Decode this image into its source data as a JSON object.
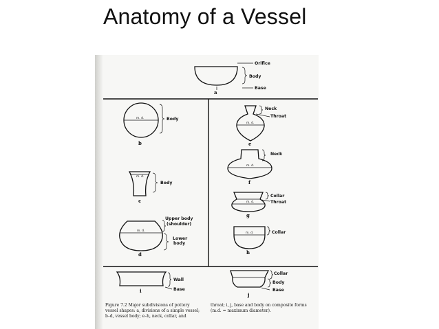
{
  "slide": {
    "title": "Anatomy of a Vessel"
  },
  "figure": {
    "labels": {
      "orifice": "Orifice",
      "body": "Body",
      "base": "Base",
      "neck": "Neck",
      "throat": "Throat",
      "upper_body": "Upper body",
      "shoulder": "(shoulder)",
      "lower_body": "Lower",
      "lower_body2": "body",
      "collar": "Collar",
      "wall": "Wall",
      "md": "m. d."
    },
    "letters": {
      "a": "a",
      "b": "b",
      "c": "c",
      "d": "d",
      "e": "e",
      "f": "f",
      "g": "g",
      "h": "h",
      "i": "i",
      "j": "j"
    },
    "caption": {
      "left1": "Figure 7.2  Major subdivisions of pottery",
      "left2": "vessel shapes: a, divisions of a simple vessel;",
      "left3": "b–d, vessel body; e–h, neck, collar, and",
      "right1": "throat; i, j, base and body on composite forms",
      "right2": "(m.d. = maximum diameter)."
    }
  }
}
